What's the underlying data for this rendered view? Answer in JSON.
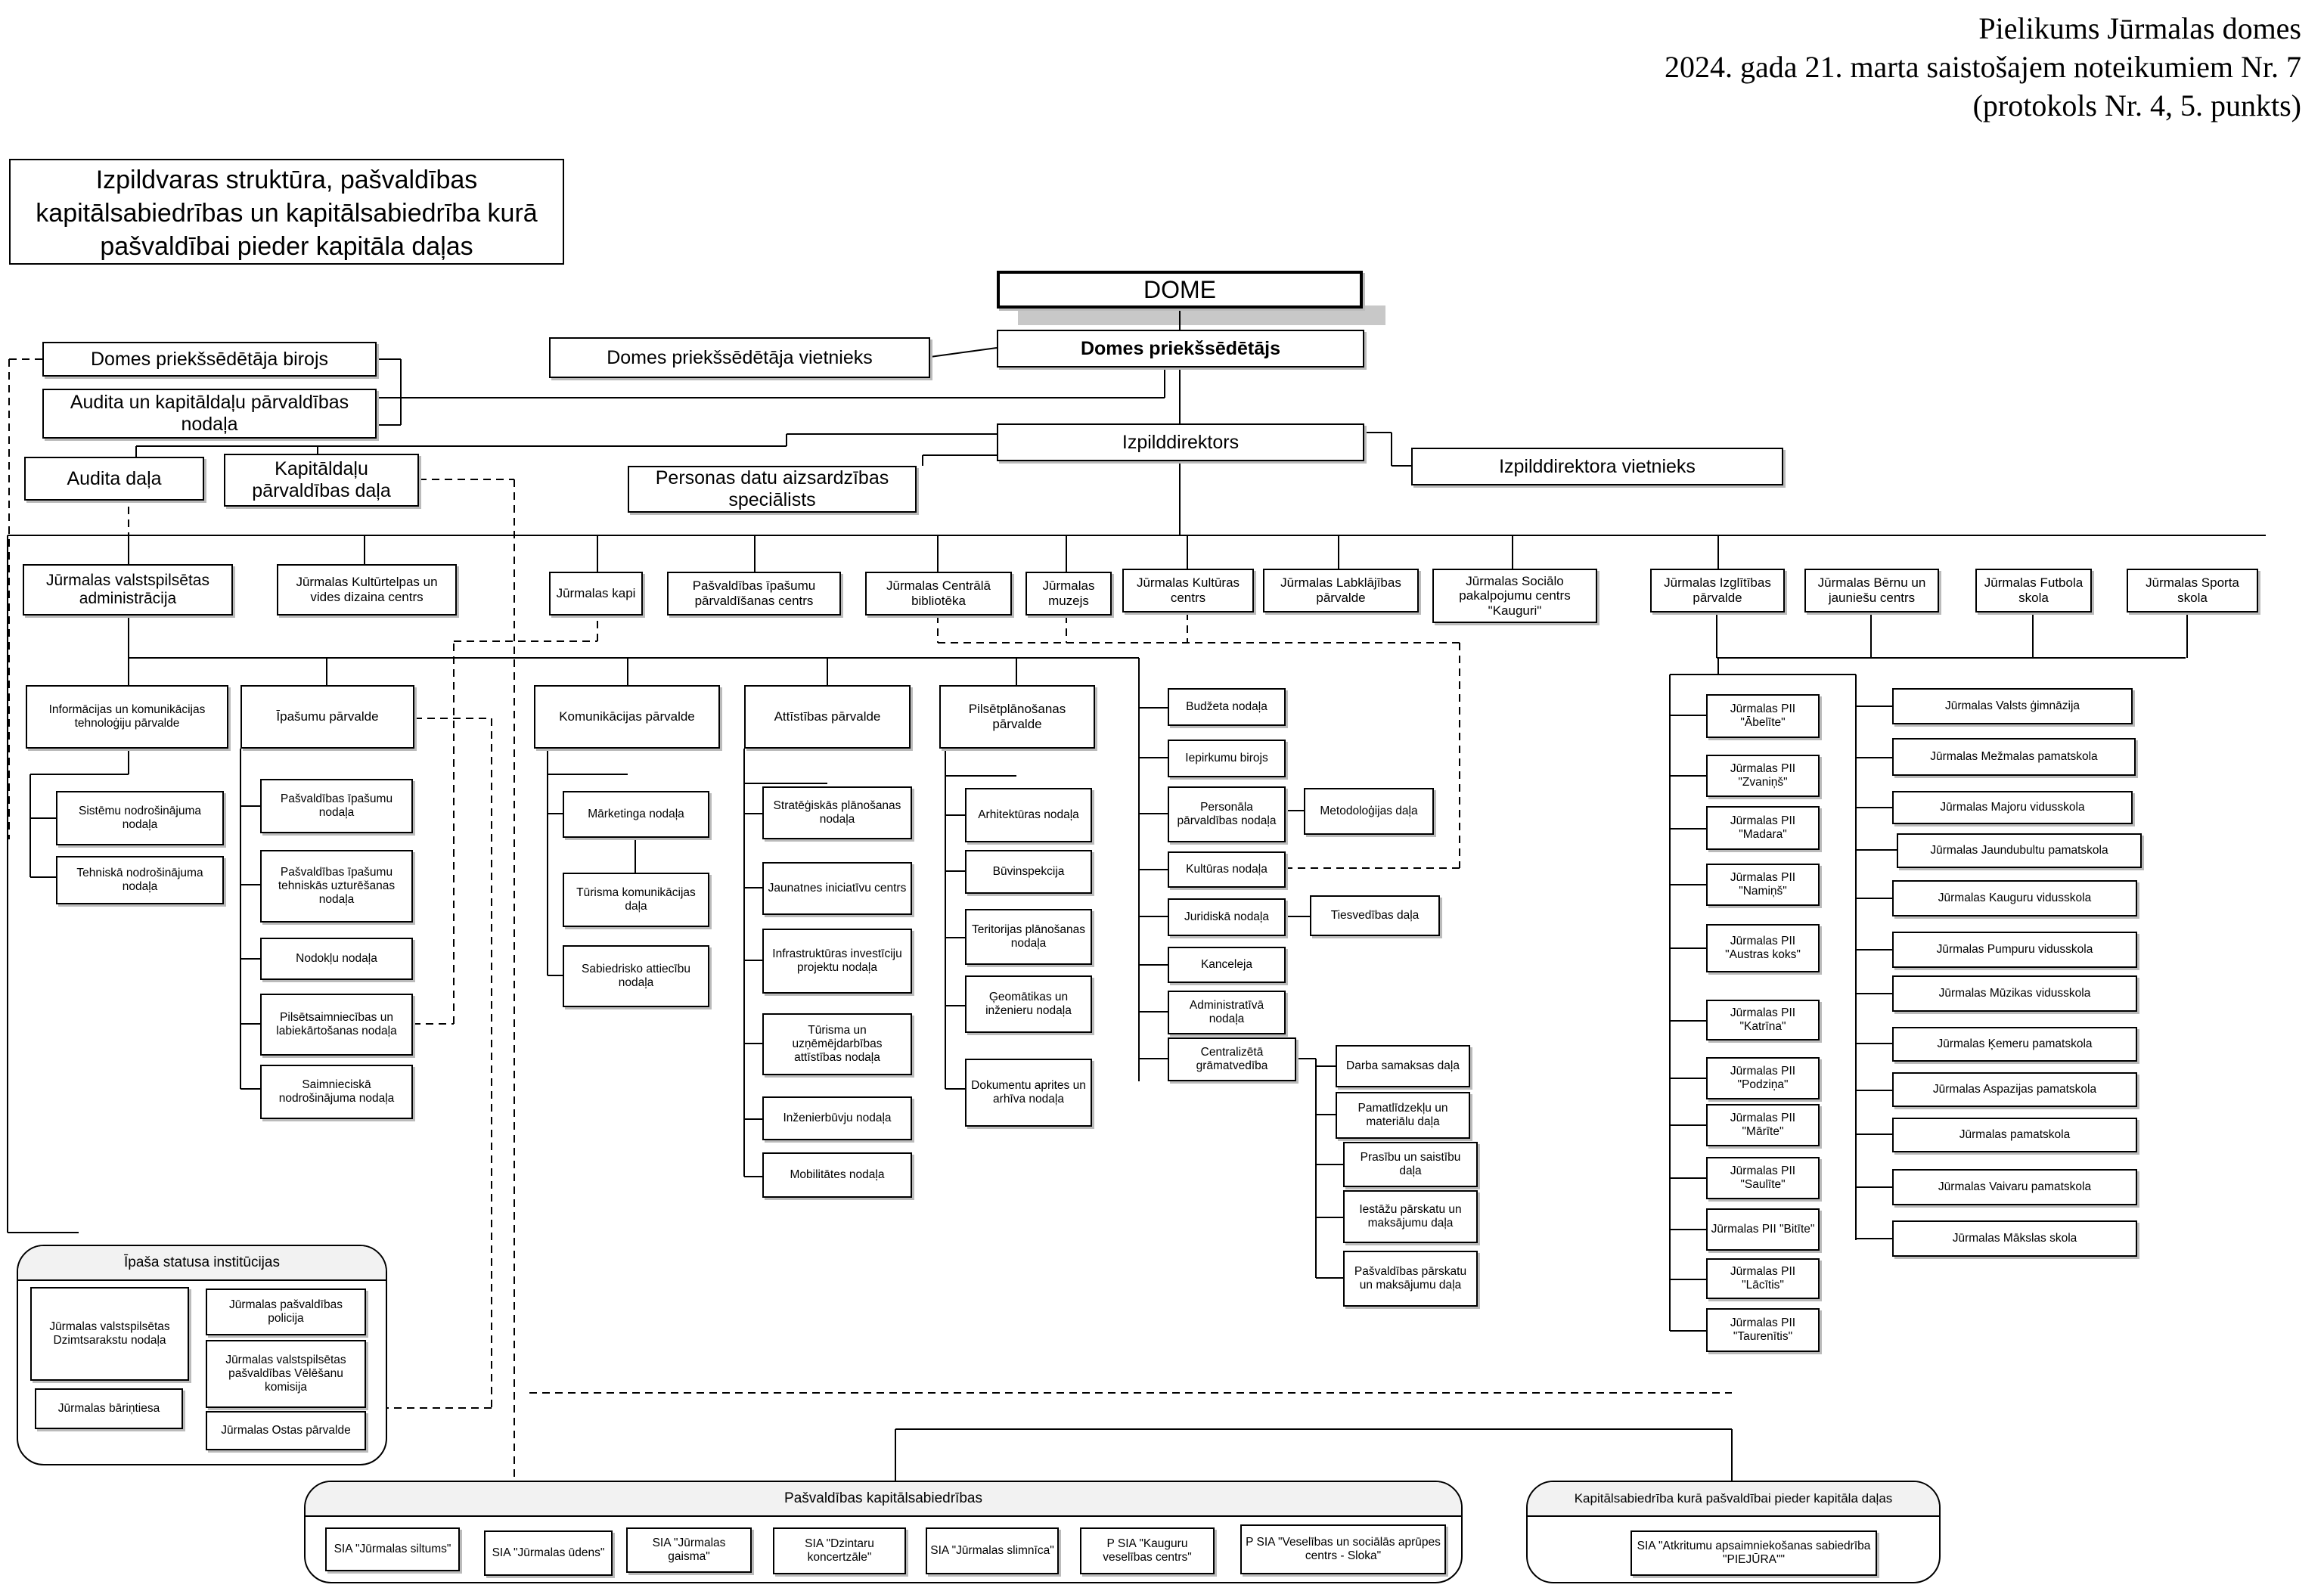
{
  "header": {
    "line1": "Pielikums Jūrmalas domes",
    "line2": "2024. gada 21. marta saistošajem noteikumiem Nr. 7",
    "line3": "(protokols Nr. 4, 5. punkts)"
  },
  "title": "Izpildvaras struktūra, pašvaldības kapitālsabiedrības un kapitālsabiedrība kurā pašvaldībai pieder kapitāla daļas",
  "top": {
    "dome": "DOME",
    "chair": "Domes priekšsēdētājs",
    "vice_chair": "Domes priekšsēdētāja vietnieks",
    "chair_office": "Domes priekšsēdētāja birojs",
    "audit_dept": "Audita un kapitāldaļu pārvaldības nodaļa",
    "audit_unit": "Audita daļa",
    "capital_unit": "Kapitāldaļu pārvaldības daļa",
    "executive_director": "Izpilddirektors",
    "exec_deputy": "Izpilddirektora vietnieks",
    "data_protection": "Personas datu aizsardzības speciālists"
  },
  "row_units": {
    "administration": "Jūrmalas valstspilsētas administrācija",
    "culture_center": "Jūrmalas Kultūrtelpas un vides dizaina centrs",
    "cemeteries": "Jūrmalas kapi",
    "property_center": "Pašvaldības īpašumu pārvaldīšanas centrs",
    "library": "Jūrmalas Centrālā bibliotēka",
    "museum": "Jūrmalas muzejs",
    "culture_centers": "Jūrmalas Kultūras centrs",
    "welfare": "Jūrmalas Labklājības pārvalde",
    "social_center": "Jūrmalas Sociālo pakalpojumu centrs \"Kauguri\"",
    "education": "Jūrmalas Izglītības pārvalde",
    "youth_center": "Jūrmalas Bērnu un jauniešu centrs",
    "football": "Jūrmalas Futbola skola",
    "sports": "Jūrmalas Sporta skola"
  },
  "departments": {
    "ict": "Informācijas un komunikācijas tehnoloģiju pārvalde",
    "property_mgmt": "Īpašumu pārvalde",
    "communication": "Komunikācijas pārvalde",
    "development": "Attīstības pārvalde",
    "planning": "Pilsētplānošanas pārvalde"
  },
  "ict_units": [
    "Sistēmu nodrošinājuma nodaļa",
    "Tehniskā nodrošinājuma nodaļa"
  ],
  "property_units": [
    "Pašvaldības īpašumu nodaļa",
    "Pašvaldības īpašumu tehniskās uzturēšanas nodaļa",
    "Nodokļu nodaļa",
    "Pilsētsaimniecības un labiekārtošanas nodaļa",
    "Saimnieciskā nodrošinājuma nodaļa"
  ],
  "communication_units": [
    "Mārketinga nodaļa",
    "Tūrisma komunikācijas daļa",
    "Sabiedrisko attiecību nodaļa"
  ],
  "development_units": [
    "Stratēģiskās plānošanas nodaļa",
    "Jaunatnes iniciatīvu centrs",
    "Infrastruktūras investīciju projektu nodaļa",
    "Tūrisma un uzņēmējdarbības attīstības nodaļa",
    "Inženierbūvju nodaļa",
    "Mobilitātes nodaļa"
  ],
  "planning_units": [
    "Arhitektūras nodaļa",
    "Būvinspekcija",
    "Teritorijas plānošanas nodaļa",
    "Ģeomātikas un inženieru nodaļa",
    "Dokumentu aprites un arhīva nodaļa"
  ],
  "admin_units": {
    "budget": "Budžeta nodaļa",
    "procurement": "Iepirkumu birojs",
    "personnel": "Personāla pārvaldības nodaļa",
    "methodology": "Metodoloģijas daļa",
    "culture_dept": "Kultūras nodaļa",
    "legal": "Juridiskā nodaļa",
    "litigation": "Tiesvedības daļa",
    "chancellery": "Kanceleja",
    "administrative": "Administratīvā nodaļa",
    "accounting": "Centralizētā grāmatvedība"
  },
  "accounting_units": [
    "Darba samaksas daļa",
    "Pamatlīdzekļu un materiālu daļa",
    "Prasību un saistību daļa",
    "Iestāžu pārskatu un maksājumu daļa",
    "Pašvaldības pārskatu un maksājumu daļa"
  ],
  "kindergartens": [
    "Jūrmalas PII \"Ābelīte\"",
    "Jūrmalas PII \"Zvaniņš\"",
    "Jūrmalas PII \"Madara\"",
    "Jūrmalas PII \"Namiņš\"",
    "Jūrmalas PII \"Austras koks\"",
    "Jūrmalas PII \"Katrīna\"",
    "Jūrmalas PII \"Podziņa\"",
    "Jūrmalas PII \"Mārīte\"",
    "Jūrmalas PII \"Saulīte\"",
    "Jūrmalas PII \"Bitīte\"",
    "Jūrmalas PII \"Lācītis\"",
    "Jūrmalas PII \"Taurenītis\""
  ],
  "schools": [
    "Jūrmalas Valsts ģimnāzija",
    "Jūrmalas Mežmalas pamatskola",
    "Jūrmalas Majoru vidusskola",
    "Jūrmalas Jaundubultu pamatskola",
    "Jūrmalas Kauguru vidusskola",
    "Jūrmalas Pumpuru vidusskola",
    "Jūrmalas Mūzikas vidusskola",
    "Jūrmalas Ķemeru pamatskola",
    "Jūrmalas Aspazijas pamatskola",
    "Jūrmalas pamatskola",
    "Jūrmalas Vaivaru pamatskola",
    "Jūrmalas Mākslas skola"
  ],
  "special": {
    "title": "Īpaša statusa institūcijas",
    "registry": "Jūrmalas valstspilsētas Dzimtsarakstu nodaļa",
    "orphans": "Jūrmalas bāriņtiesa",
    "police": "Jūrmalas pašvaldības policija",
    "election": "Jūrmalas valstspilsētas pašvaldības Vēlēšanu komisija",
    "port": "Jūrmalas Ostas pārvalde"
  },
  "companies": {
    "title": "Pašvaldības kapitālsabiedrības",
    "items": [
      "SIA \"Jūrmalas siltums\"",
      "SIA \"Jūrmalas ūdens\"",
      "SIA \"Jūrmalas gaisma\"",
      "SIA \"Dzintaru koncertzāle\"",
      "SIA \"Jūrmalas slimnīca\"",
      "P SIA \"Kauguru veselības centrs\"",
      "P SIA \"Veselības un sociālās aprūpes centrs - Sloka\""
    ]
  },
  "partial": {
    "title": "Kapitālsabiedrība kurā pašvaldībai pieder kapitāla daļas",
    "item": "SIA \"Atkritumu apsaimniekošanas sabiedrība \"PIEJŪRA\"\""
  }
}
